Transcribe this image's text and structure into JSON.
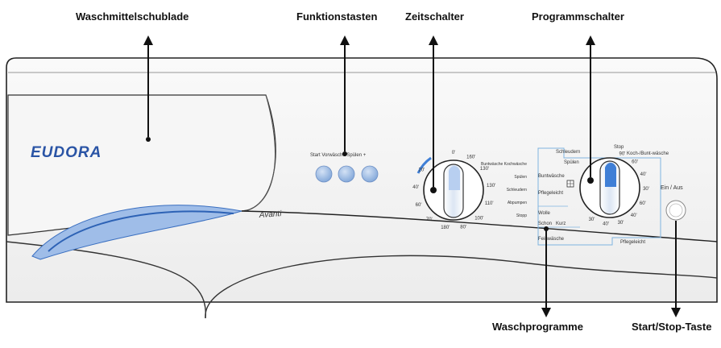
{
  "callouts": {
    "detergent_drawer": "Waschmittelschublade",
    "function_keys": "Funktionstasten",
    "timer": "Zeitschalter",
    "program_selector": "Programmschalter",
    "wash_programs": "Waschprogramme",
    "start_stop": "Start/Stop-Taste"
  },
  "panel": {
    "brand": "EUDORA",
    "model": "Avanti",
    "function_key_labels": "Start Vorwäsche Spülen +",
    "onoff_label": "Ein / Aus"
  },
  "timer_dial": {
    "marks": [
      "0'",
      "160'",
      "130'",
      "130'",
      "110'",
      "100'",
      "80'",
      "180'",
      "70'",
      "60'",
      "40'",
      "20'"
    ]
  },
  "wash_programs": {
    "left_column": [
      "Buntwäsche Kochwäsche",
      "Spülen",
      "Schleudern",
      "Abpumpen",
      "Stopp"
    ],
    "program_labels": [
      "Schleudern",
      "Spülen",
      "Koch-/Bunt-wäsche",
      "Stop",
      "Buntwäsche",
      "Pflegeleicht",
      "Wolle",
      "Schon",
      "Kurz",
      "Feinwäsche",
      "Pflegeleicht"
    ]
  },
  "program_dial": {
    "marks": [
      "90'",
      "60'",
      "40'",
      "30'",
      "60'",
      "40'",
      "30'",
      "40'",
      "30'"
    ]
  },
  "colors": {
    "panel_edge": "#333333",
    "dial_blue": "#3f7fd6",
    "button_blue": "#8fb1de",
    "brand_blue": "#2a54a5",
    "program_box": "#7fb4e0"
  }
}
